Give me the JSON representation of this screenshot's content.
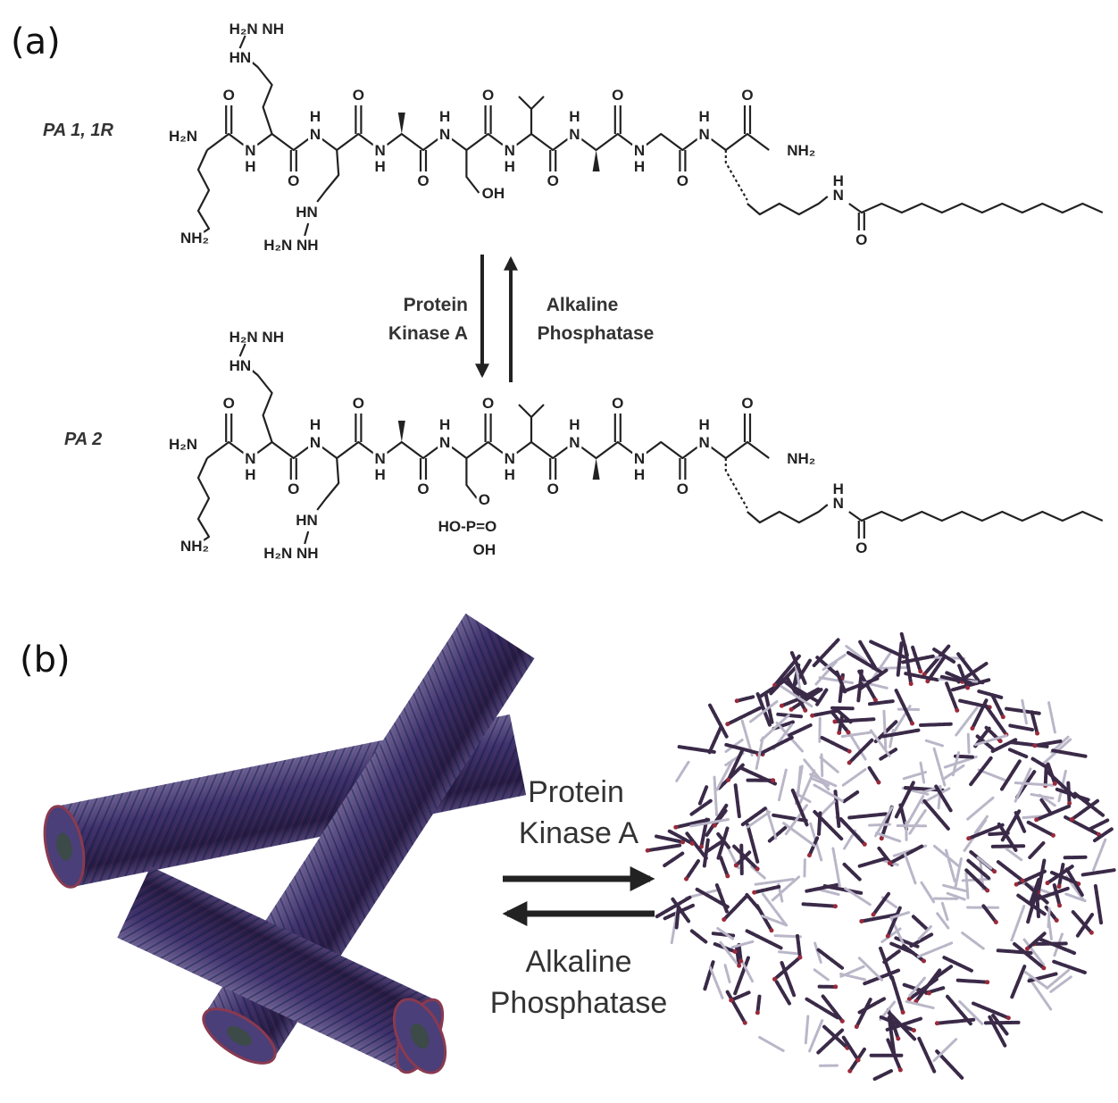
{
  "panel_a": {
    "label": "(a)",
    "pa1_name": "PA 1, 1R",
    "pa2_name": "PA 2",
    "forward_enzyme": [
      "Protein",
      "Kinase A"
    ],
    "reverse_enzyme": [
      "Alkaline",
      "Phosphatase"
    ]
  },
  "panel_b": {
    "label": "(b)",
    "forward_enzyme": [
      "Protein",
      "Kinase A"
    ],
    "reverse_enzyme": [
      "Alkaline",
      "Phosphatase"
    ]
  },
  "atoms": {
    "h2n": "H₂N",
    "h2n_nh": "H₂N   NH",
    "hn": "HN",
    "nh": "NH",
    "h": "H",
    "n": "N",
    "o": "O",
    "oh": "OH",
    "nh2": "NH₂",
    "p_o": "HO-P=O",
    "p_oh": "OH"
  },
  "colors": {
    "fiber": "#3b3370",
    "fiber_dark": "#241c45",
    "molecule_dark": "#3a2a48",
    "molecule_light": "#bab6c8"
  }
}
